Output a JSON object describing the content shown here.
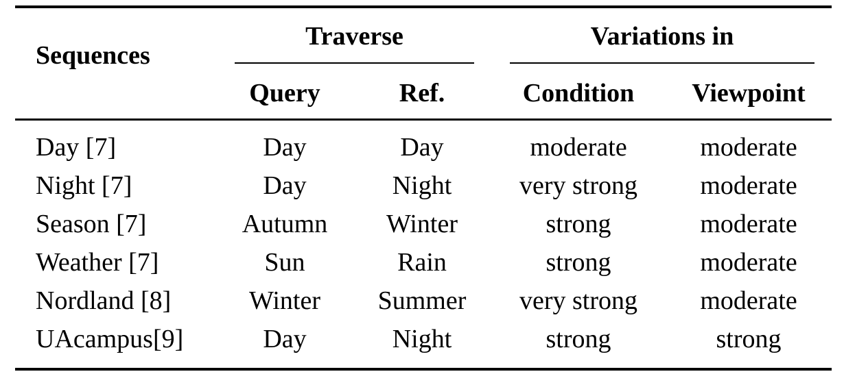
{
  "table": {
    "headers": {
      "sequences": "Sequences",
      "traverse": "Traverse",
      "variations": "Variations in",
      "query": "Query",
      "ref": "Ref.",
      "condition": "Condition",
      "viewpoint": "Viewpoint"
    },
    "rows": [
      {
        "sequence": "Day [7]",
        "query": "Day",
        "ref": "Day",
        "condition": "moderate",
        "viewpoint": "moderate"
      },
      {
        "sequence": "Night [7]",
        "query": "Day",
        "ref": "Night",
        "condition": "very strong",
        "viewpoint": "moderate"
      },
      {
        "sequence": "Season [7]",
        "query": "Autumn",
        "ref": "Winter",
        "condition": "strong",
        "viewpoint": "moderate"
      },
      {
        "sequence": "Weather [7]",
        "query": "Sun",
        "ref": "Rain",
        "condition": "strong",
        "viewpoint": "moderate"
      },
      {
        "sequence": "Nordland [8]",
        "query": "Winter",
        "ref": "Summer",
        "condition": "very strong",
        "viewpoint": "moderate"
      },
      {
        "sequence": "UAcampus[9]",
        "query": "Day",
        "ref": "Night",
        "condition": "strong",
        "viewpoint": "strong"
      }
    ]
  }
}
